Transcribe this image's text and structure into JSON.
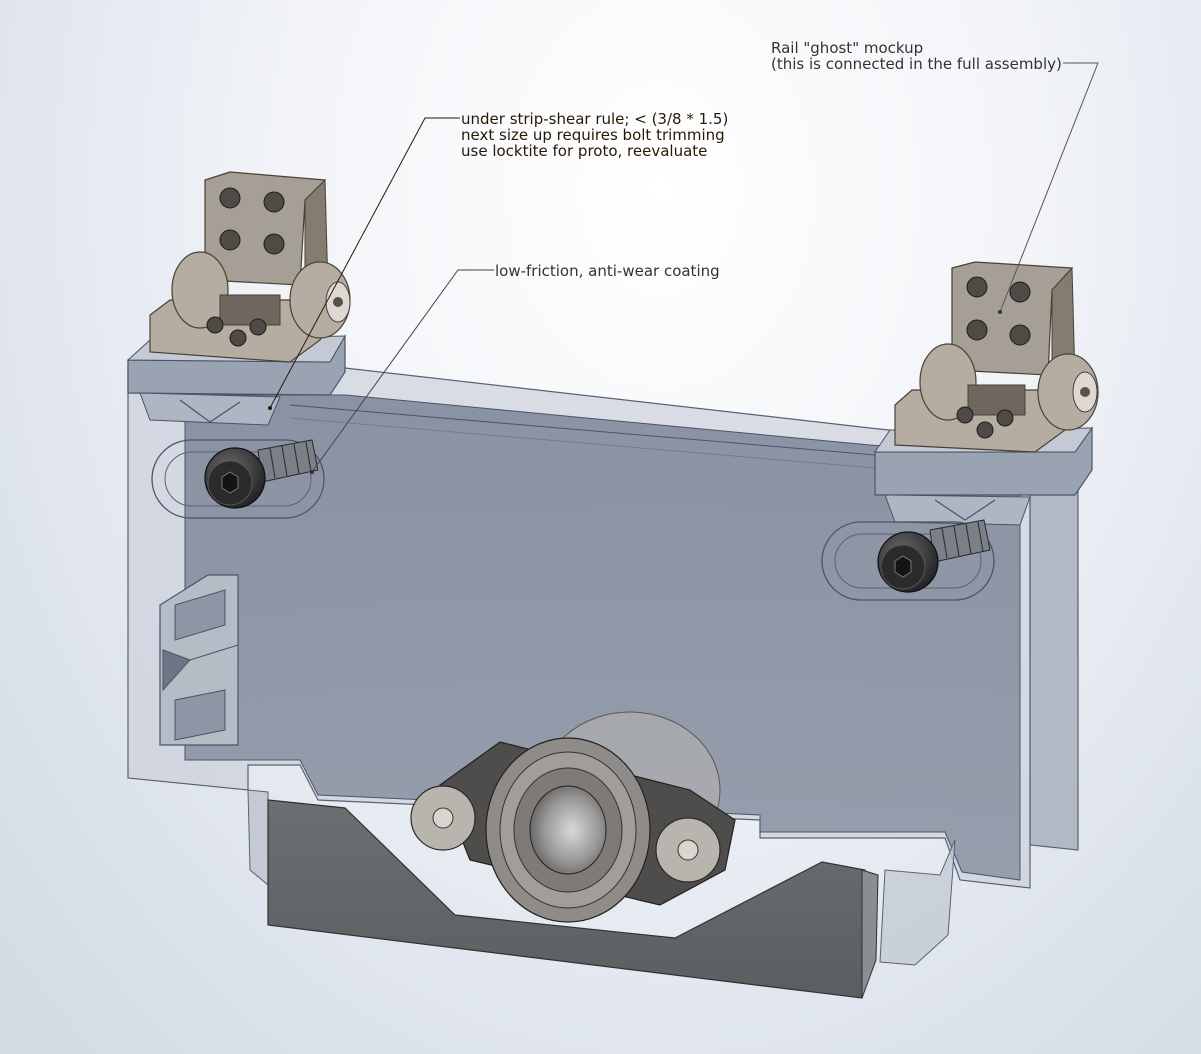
{
  "annotations": {
    "strip_shear": {
      "lines": [
        "under strip-shear rule; < (3/8 * 1.5)",
        "next size up requires bolt trimming",
        "use locktite for proto, reevaluate"
      ]
    },
    "coating": {
      "text": "low-friction, anti-wear coating"
    },
    "rail_ghost": {
      "lines": [
        "Rail \"ghost\" mockup",
        "(this is connected in the full assembly)"
      ]
    }
  },
  "colors": {
    "plate_fill": "#8b93a3",
    "plate_edge": "#4b5466",
    "rail_top": "#b7bfcc",
    "rail_side": "#9aa3b2",
    "bracket": "#a69f95",
    "bracket_dark": "#6f675d",
    "guard": "#6b6e70",
    "bearing": "#8e8b88",
    "bolt": "#3a3a3c",
    "leader_dark": "#2a1806",
    "leader_grey": "#555555"
  },
  "icons": {
    "bolt": "socket-head-cap-screw-icon",
    "bearing": "flange-bearing-icon",
    "bracket": "hinge-bracket-icon"
  }
}
